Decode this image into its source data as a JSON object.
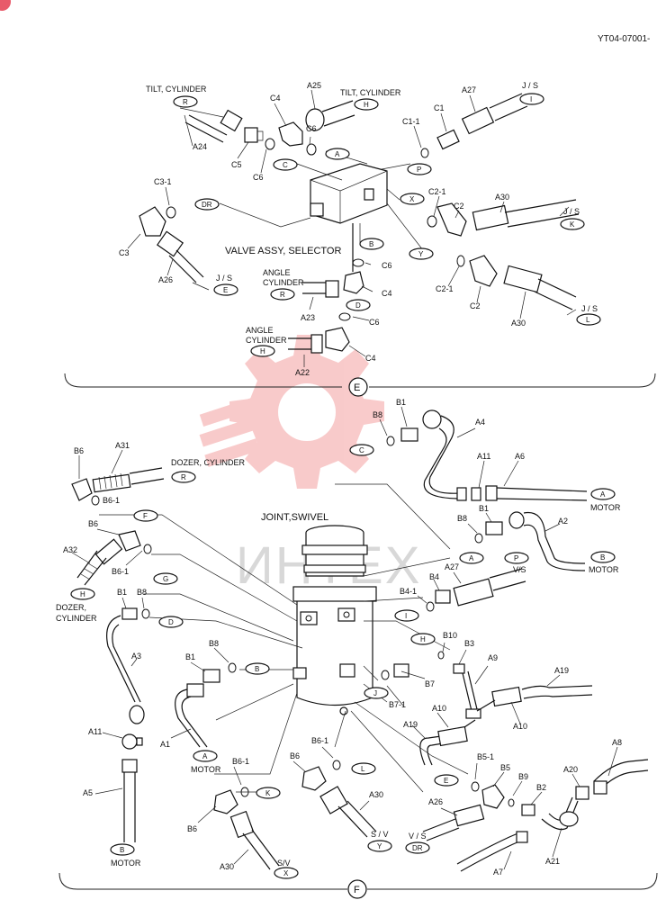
{
  "document_code": "YT04-07001-",
  "sections": {
    "e": "E",
    "f": "F"
  },
  "colors": {
    "watermark": "#f4a0a0",
    "ink": "#111111"
  },
  "section_e": {
    "titles": {
      "tilt_cyl_r": "TILT, CYLINDER",
      "tilt_cyl_h": "TILT, CYLINDER",
      "valve_assy": "VALVE ASSY, SELECTOR",
      "angle_cyl_r": [
        "ANGLE",
        "CYLINDER"
      ],
      "angle_cyl_h": [
        "ANGLE",
        "CYLINDER"
      ],
      "js_i": "J / S",
      "js_k": "J / S",
      "js_e": "J / S",
      "js_l": "J / S"
    },
    "labels": {
      "A24": "A24",
      "A25": "A25",
      "A27": "A27",
      "C4_top": "C4",
      "C5": "C5",
      "C6_a": "C6",
      "C6_b": "C6",
      "C1_1": "C1-1",
      "C1": "C1",
      "C3_1": "C3-1",
      "C3": "C3",
      "A26": "A26",
      "C2_1_top": "C2-1",
      "C2_top": "C2",
      "A30_top": "A30",
      "C6_mid": "C6",
      "C4_mid": "C4",
      "A23": "A23",
      "C6_low": "C6",
      "C4_low": "C4",
      "A22": "A22",
      "C2_1_low": "C2-1",
      "C2_low": "C2",
      "A30_low": "A30"
    },
    "ovals": {
      "R_tilt": "R",
      "H_tilt": "H",
      "I": "I",
      "A": "A",
      "C": "C",
      "P": "P",
      "DR": "DR",
      "X": "X",
      "K": "K",
      "B": "B",
      "Y": "Y",
      "E": "E",
      "R_angle": "R",
      "D": "D",
      "H_angle": "H",
      "L": "L"
    }
  },
  "section_f": {
    "titles": {
      "joint_swivel": "JOINT,SWIVEL",
      "dozer_cyl_r": "DOZER, CYLINDER",
      "dozer_cyl_h": [
        "DOZER,",
        "CYLINDER"
      ],
      "motor_a_top": "MOTOR",
      "motor_b_top": "MOTOR",
      "vs": "V/S",
      "motor_a_low": "MOTOR",
      "motor_b_low": "MOTOR",
      "sv_y": "S / V",
      "sv_x": "S/V",
      "vs_dr": "V / S"
    },
    "labels": {
      "B1_top": "B1",
      "B8_top": "B8",
      "A4": "A4",
      "B6_top": "B6",
      "A31": "A31",
      "B6_1_top": "B6-1",
      "A11_top": "A11",
      "A6": "A6",
      "B8_mid": "B8",
      "B1_mid": "B1",
      "A2": "A2",
      "B6_b": "B6",
      "A32": "A32",
      "B6_1_b": "B6-1",
      "B4": "B4",
      "A27": "A27",
      "B1_left": "B1",
      "B8_left": "B8",
      "B4_1": "B4-1",
      "B10": "B10",
      "B3": "B3",
      "A3": "A3",
      "B1_c": "B1",
      "B8_c": "B8",
      "B7": "B7",
      "A9": "A9",
      "A19_r": "A19",
      "B7_1": "B7-1",
      "A11_low": "A11",
      "A1": "A1",
      "A19_l": "A19",
      "A10_a": "A10",
      "A10_b": "A10",
      "A8": "A8",
      "B6_1_c": "B6-1",
      "B6_1_d": "B6-1",
      "B6_c": "B6",
      "A5": "A5",
      "B5_1": "B5-1",
      "B5": "B5",
      "B9": "B9",
      "A20": "A20",
      "B2": "B2",
      "A30_c": "A30",
      "A26": "A26",
      "B6_d": "B6",
      "A30_d": "A30",
      "A7": "A7",
      "A21": "A21"
    },
    "ovals": {
      "C": "C",
      "R": "R",
      "A_top": "A",
      "F": "F",
      "B_top": "B",
      "A_mid": "A",
      "P": "P",
      "H_dozer": "H",
      "G": "G",
      "D": "D",
      "I": "I",
      "H_mid": "H",
      "B_mid": "B",
      "J": "J",
      "A_low": "A",
      "L": "L",
      "K": "K",
      "E": "E",
      "B_low": "B",
      "Y": "Y",
      "X": "X",
      "DR": "DR"
    }
  },
  "watermark_text": "ИНТЕХ"
}
